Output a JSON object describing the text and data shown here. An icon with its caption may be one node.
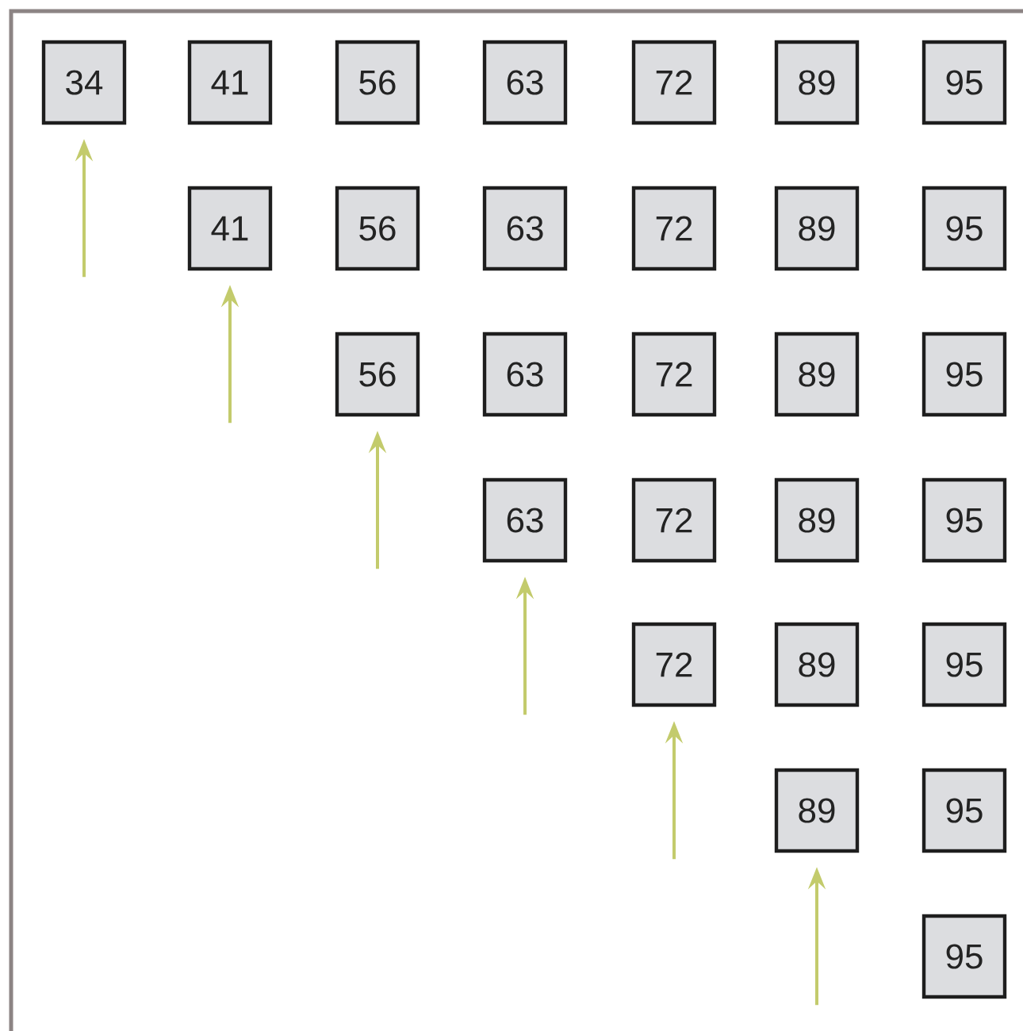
{
  "diagram": {
    "nodes": [
      {
        "text": [
          "34"
        ]
      },
      {
        "text": [
          "41"
        ]
      },
      {
        "text": [
          "56"
        ]
      },
      {
        "text": [
          "63"
        ]
      },
      {
        "text": [
          "72"
        ]
      },
      {
        "text": [
          "89"
        ]
      },
      {
        "text": [
          "95"
        ]
      },
      {
        "text": [
          "41"
        ]
      },
      {
        "text": [
          "56"
        ]
      },
      {
        "text": [
          "63"
        ]
      },
      {
        "text": [
          "72"
        ]
      },
      {
        "text": [
          "89"
        ]
      },
      {
        "text": [
          "95"
        ]
      },
      {
        "text": [
          "56"
        ]
      },
      {
        "text": [
          "63"
        ]
      },
      {
        "text": [
          "72"
        ]
      },
      {
        "text": [
          "89"
        ]
      },
      {
        "text": [
          "95"
        ]
      },
      {
        "text": [
          "63"
        ]
      },
      {
        "text": [
          "72"
        ]
      },
      {
        "text": [
          "89"
        ]
      },
      {
        "text": [
          "95"
        ]
      },
      {
        "text": [
          "72"
        ]
      },
      {
        "text": [
          "89"
        ]
      },
      {
        "text": [
          "95"
        ]
      },
      {
        "text": [
          "89"
        ]
      },
      {
        "text": [
          "95"
        ]
      },
      {
        "text": [
          "95"
        ]
      }
    ],
    "edges": [
      {
        "from": null,
        "to": 0,
        "arrow": "to"
      },
      {
        "from": null,
        "to": 7,
        "arrow": "to"
      },
      {
        "from": null,
        "to": 13,
        "arrow": "to"
      },
      {
        "from": null,
        "to": 18,
        "arrow": "to"
      },
      {
        "from": null,
        "to": 22,
        "arrow": "to"
      },
      {
        "from": null,
        "to": 25,
        "arrow": "to"
      }
    ]
  }
}
